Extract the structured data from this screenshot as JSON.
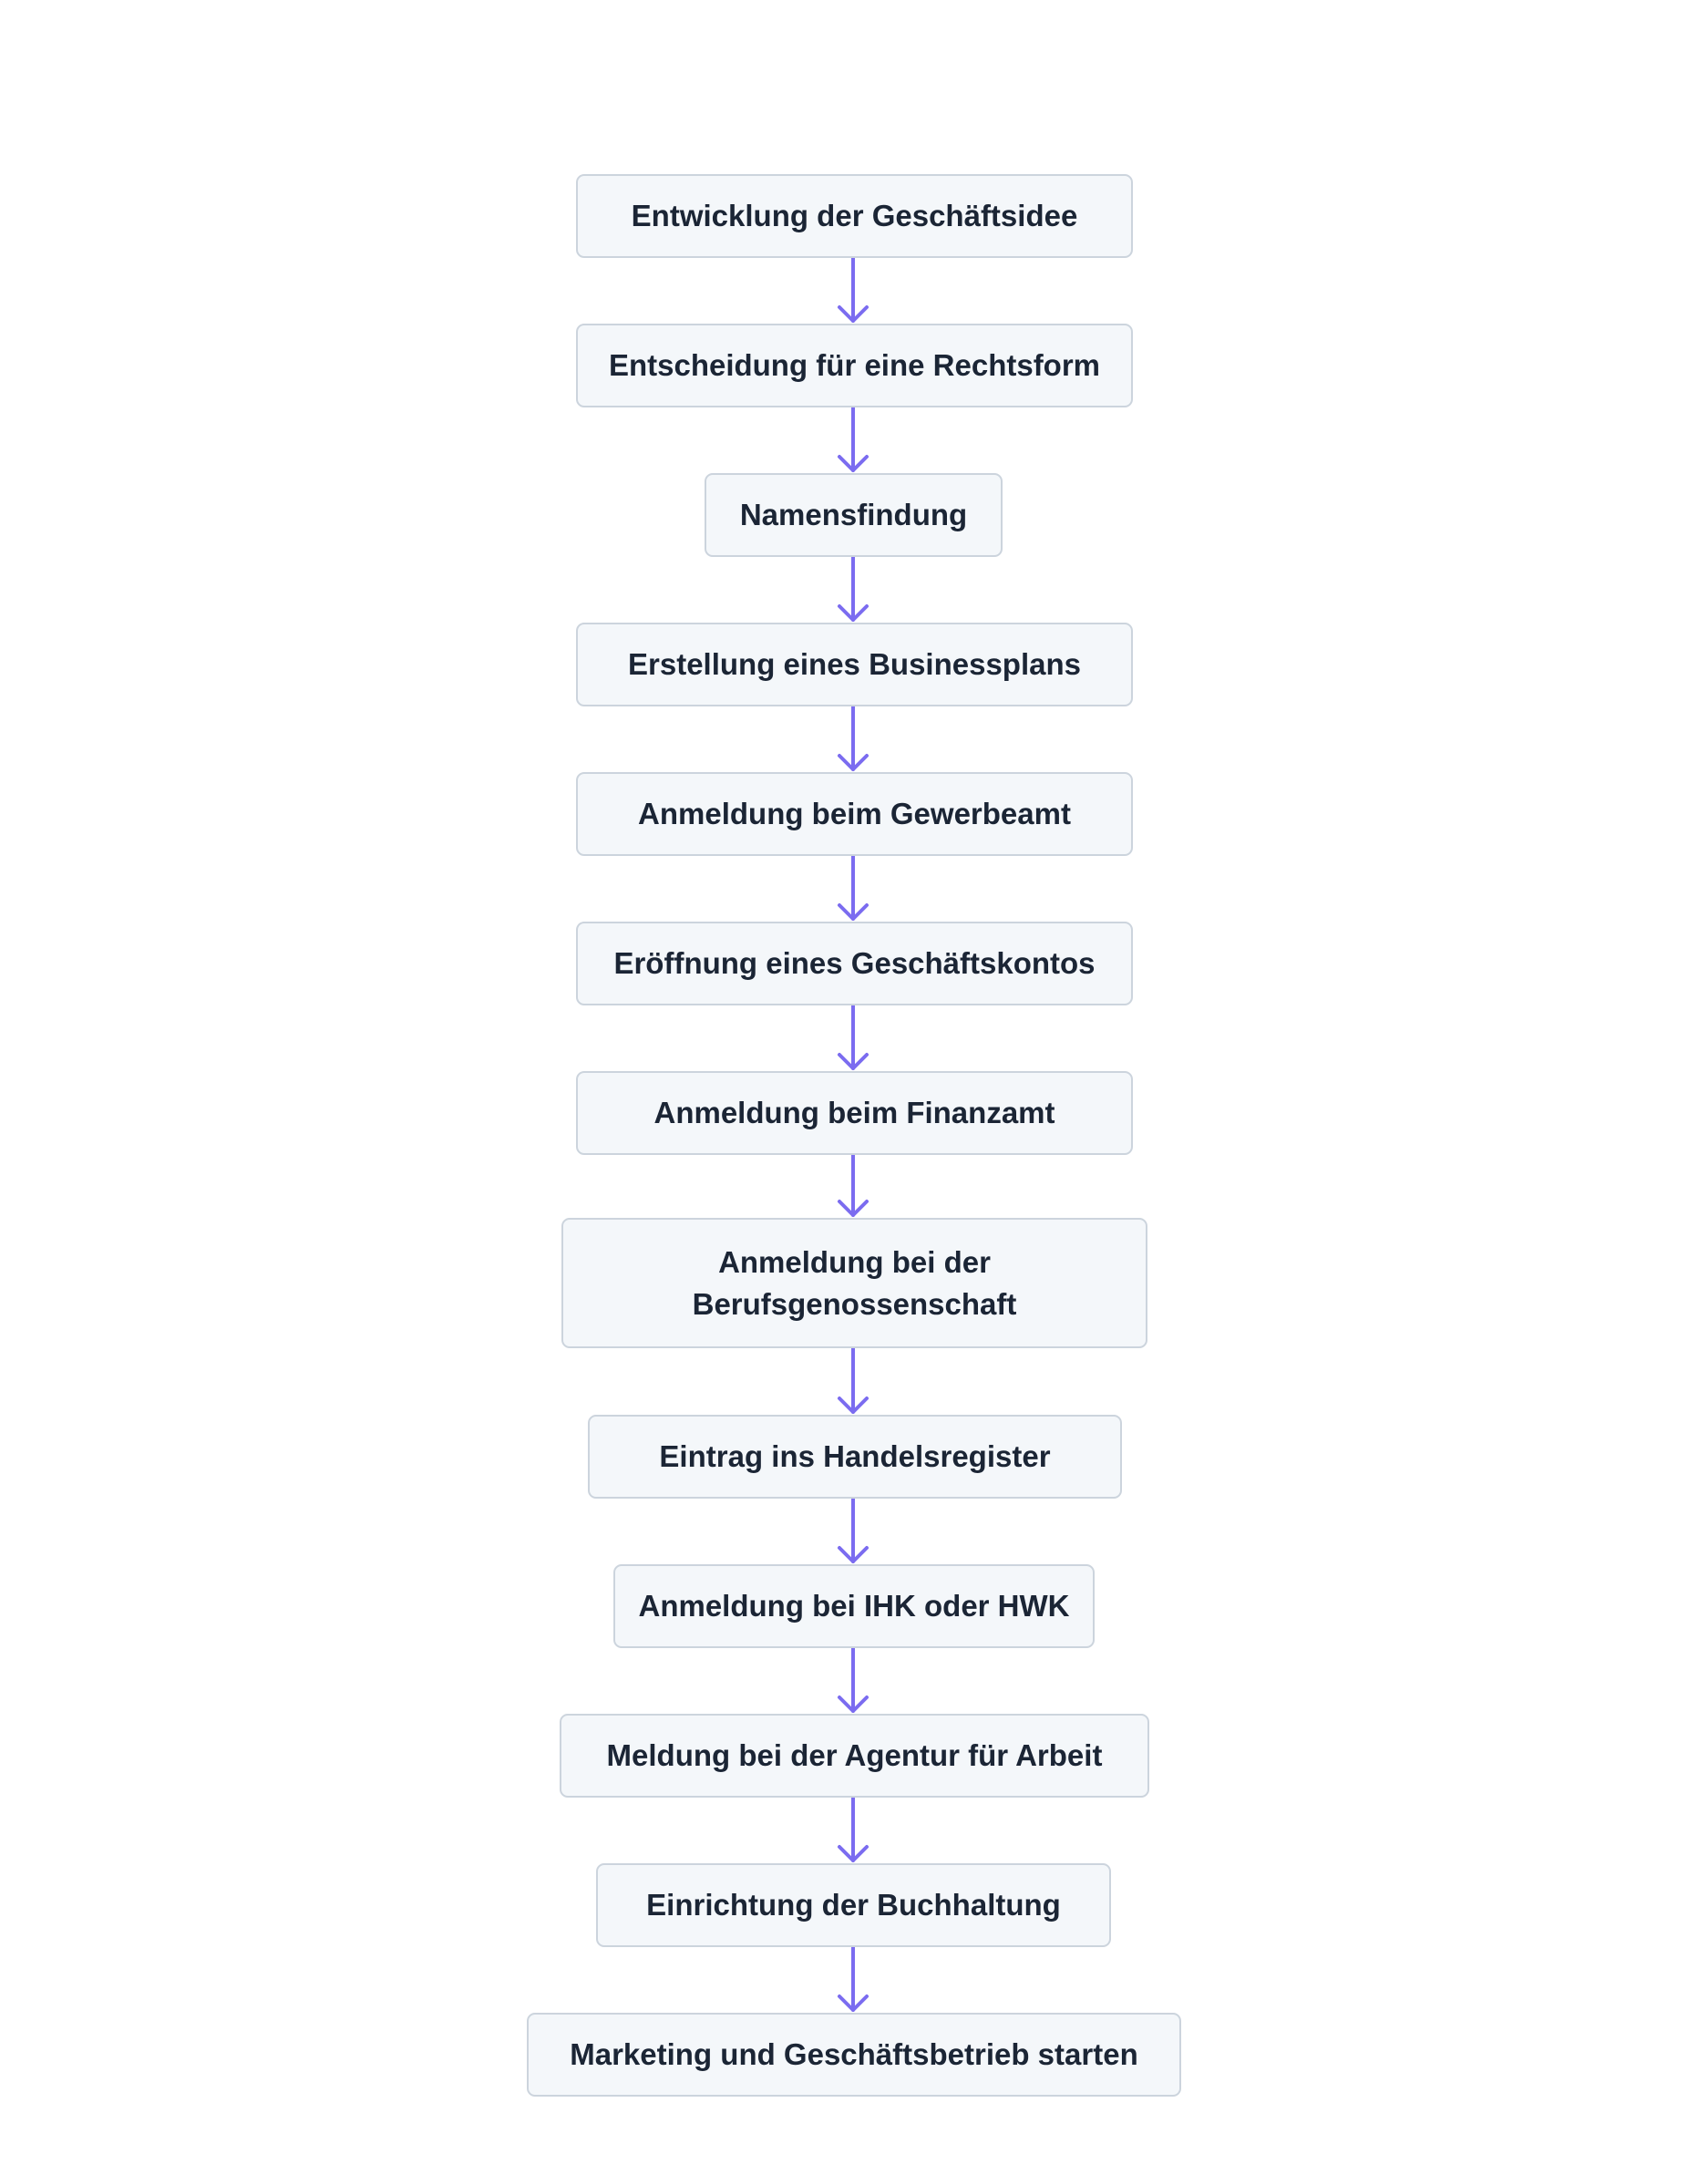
{
  "diagram": {
    "type": "flowchart",
    "direction": "top-to-bottom",
    "colors": {
      "node_fill": "#f4f7fa",
      "node_border": "#ccd4dd",
      "node_text": "#1b2535",
      "arrow": "#7b6cf0",
      "background": "#ffffff"
    },
    "steps": [
      {
        "label": "Entwicklung der Geschäftsidee"
      },
      {
        "label": "Entscheidung für eine Rechtsform"
      },
      {
        "label": "Namensfindung"
      },
      {
        "label": "Erstellung eines Businessplans"
      },
      {
        "label": "Anmeldung beim Gewerbeamt"
      },
      {
        "label": "Eröffnung eines Geschäftskontos"
      },
      {
        "label": "Anmeldung beim Finanzamt"
      },
      {
        "label": "Anmeldung bei der Berufsgenossenschaft"
      },
      {
        "label": "Eintrag ins Handelsregister"
      },
      {
        "label": "Anmeldung bei IHK oder HWK"
      },
      {
        "label": "Meldung bei der Agentur für Arbeit"
      },
      {
        "label": "Einrichtung der Buchhaltung"
      },
      {
        "label": "Marketing und Geschäftsbetrieb starten"
      }
    ],
    "edges": [
      {
        "from": 0,
        "to": 1
      },
      {
        "from": 1,
        "to": 2
      },
      {
        "from": 2,
        "to": 3
      },
      {
        "from": 3,
        "to": 4
      },
      {
        "from": 4,
        "to": 5
      },
      {
        "from": 5,
        "to": 6
      },
      {
        "from": 6,
        "to": 7
      },
      {
        "from": 7,
        "to": 8
      },
      {
        "from": 8,
        "to": 9
      },
      {
        "from": 9,
        "to": 10
      },
      {
        "from": 10,
        "to": 11
      },
      {
        "from": 11,
        "to": 12
      }
    ]
  }
}
